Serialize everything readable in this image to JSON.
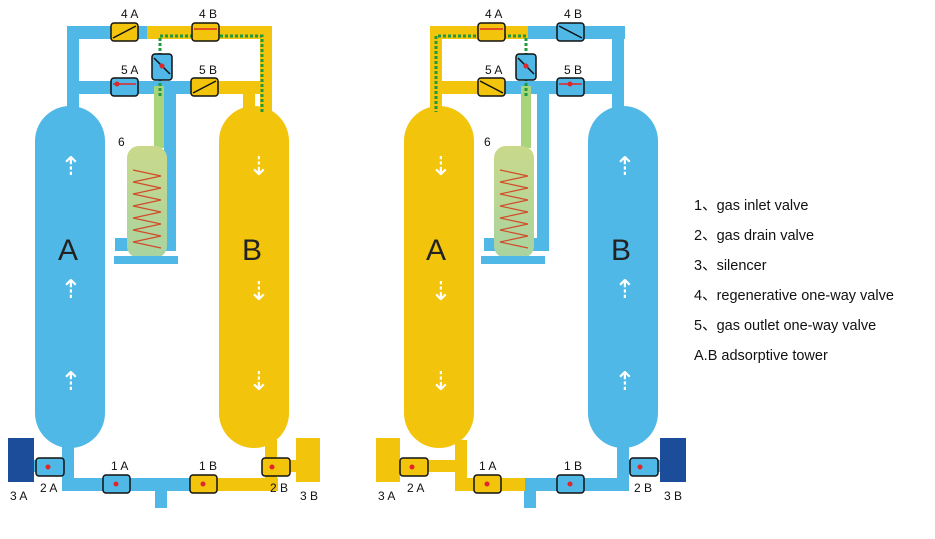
{
  "colors": {
    "blue": "#4fb8e6",
    "yellow": "#f2c40c",
    "green_dotted": "#1f9a3c",
    "valve_red": "#e0262a",
    "silencer_blue": "#1c4d9a",
    "silencer_green": "#9cc88a"
  },
  "left_panel": {
    "tower_a_label": "A",
    "tower_b_label": "B",
    "valve_4a": "4 A",
    "valve_4b": "4 B",
    "valve_5a": "5 A",
    "valve_5b": "5 B",
    "valve_1a": "1 A",
    "valve_1b": "1 B",
    "valve_2a": "2 A",
    "valve_2b": "2 B",
    "silencer_3a": "3 A",
    "silencer_3b": "3 B",
    "component_6": "6"
  },
  "right_panel": {
    "tower_a_label": "A",
    "tower_b_label": "B",
    "valve_4a": "4 A",
    "valve_4b": "4 B",
    "valve_5a": "5 A",
    "valve_5b": "5 B",
    "valve_1a": "1 A",
    "valve_1b": "1 B",
    "valve_2a": "2 A",
    "valve_2b": "2 B",
    "silencer_3a": "3 A",
    "silencer_3b": "3 B",
    "component_6": "6"
  },
  "legend": [
    "1、gas inlet valve",
    "2、gas drain valve",
    "3、silencer",
    "4、regenerative one-way valve",
    "5、gas outlet one-way valve",
    "A.B adsorptive tower"
  ]
}
